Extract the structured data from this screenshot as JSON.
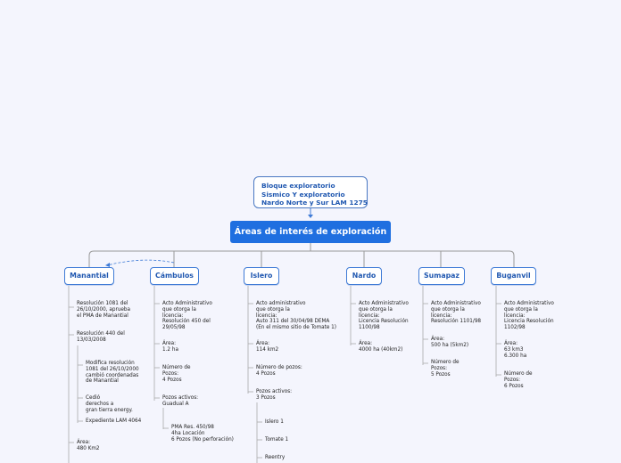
{
  "top_node": {
    "text": "Bloque exploratorio\nSismico Y exploratorio\nNardo Norte y Sur LAM 1275"
  },
  "root": {
    "title": "Áreas de interés de exploración"
  },
  "categories": [
    {
      "label": "Manantial",
      "items": [
        "Resolución 1081 del\n26/10/2000, aprueba\nel PMA de Manantial",
        "Resolución 440 del\n13/03/2008",
        "Área:\n480 Km2"
      ],
      "sub_items": [
        "Modifica resolución\n1081 del 26/10/2000\ncambió coordenadas\nde Manantial",
        "Cedió\nderechos a\ngran tierra energy.",
        "Expediente LAM 4064"
      ]
    },
    {
      "label": "Cámbulos",
      "items": [
        "Acto Administrativo\nque otorga la\nlicencia:\nResolución 450 del\n29/05/98",
        "Área:\n1.2 ha",
        "Número de\nPozos:\n4 Pozos",
        "Pozos activos:\nGuadual A"
      ],
      "sub_items": [
        "PMA Res. 450/98\n4ha Locación\n6 Pozos (No perforación)"
      ]
    },
    {
      "label": "Islero",
      "items": [
        "Acto administrativo\nque otorga la\nlicencia:\nAuto 311 del 30/04/98 DEMA\n(En el mismo sitio de Tomate 1)",
        "Área:\n114 km2",
        "Número de pozos:\n4 Pozos",
        "Pozos activos:\n3 Pozos"
      ],
      "sub_items": [
        "Islero 1",
        "Tomate 1",
        "Reentry"
      ]
    },
    {
      "label": "Nardo",
      "items": [
        "Acto Administrativo\nque otorga la\nlicencia:\nLicencia Resolución\n1100/98",
        "Área:\n4000 ha (40km2)"
      ],
      "sub_items": []
    },
    {
      "label": "Sumapaz",
      "items": [
        "Acto Administrativo\nque otorga la\nlicencia:\nResolución 1101/98",
        "Área:\n500 ha (5km2)",
        "Número de\nPozos:\n5 Pozos"
      ],
      "sub_items": []
    },
    {
      "label": "Buganvil",
      "items": [
        "Acto Administrativo\nque otorga la\nlicencia:\nLicencia Resolución\n1102/98",
        "Área:\n63 km3\n6.300 ha",
        "Número de\nPozos:\n6 Pozos"
      ],
      "sub_items": []
    }
  ]
}
